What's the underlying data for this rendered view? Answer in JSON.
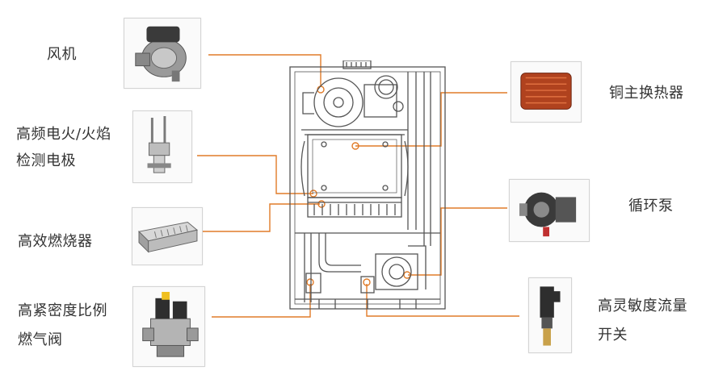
{
  "components": {
    "fan": "风机",
    "electrode": [
      "高频电火/火焰",
      "检测电极"
    ],
    "burner": "高效燃烧器",
    "gas_valve": [
      "高紧密度比例",
      "燃气阀"
    ],
    "heat_exchanger": "铜主换热器",
    "pump": "循环泵",
    "flow_switch": [
      "高灵敏度流量",
      "开关"
    ]
  },
  "colors": {
    "leader_line": "#e07b28",
    "diagram_stroke": "#555555",
    "label_text": "#333333"
  }
}
